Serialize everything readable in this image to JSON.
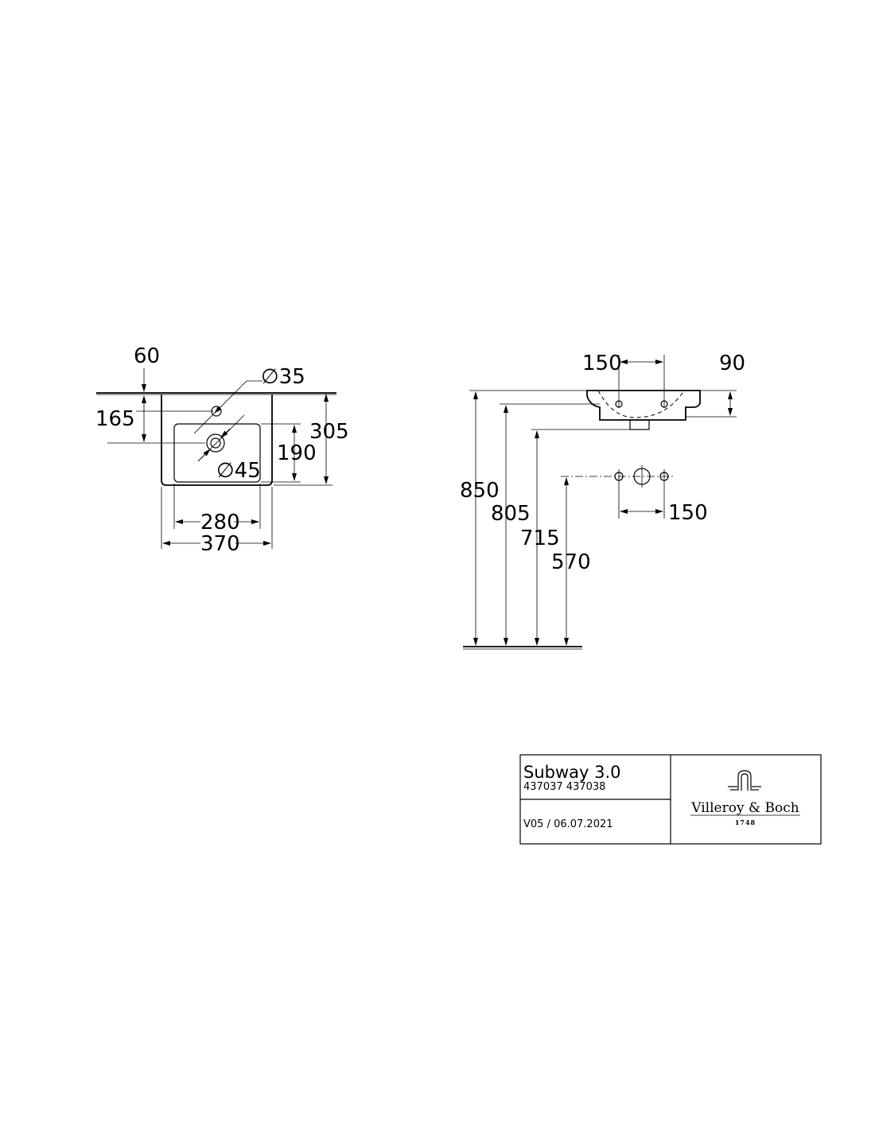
{
  "plan_view": {
    "dimensions": {
      "top_offset": "60",
      "hole_diameter_top": "∅35",
      "hole_offset": "165",
      "overall_depth": "305",
      "bowl_depth": "190",
      "waste_diameter": "∅45",
      "bowl_width": "280",
      "overall_width": "370"
    }
  },
  "side_view": {
    "dimensions": {
      "hole_spacing_top": "150",
      "rim_height": "90",
      "height_rim": "850",
      "height_805": "805",
      "height_715": "715",
      "height_570": "570",
      "hole_spacing_wall": "150"
    }
  },
  "title_block": {
    "product_name": "Subway 3.0",
    "article_numbers": "437037 437038",
    "version": "V05 / 06.07.2021",
    "brand": "Villeroy & Boch",
    "brand_year": "1748"
  }
}
